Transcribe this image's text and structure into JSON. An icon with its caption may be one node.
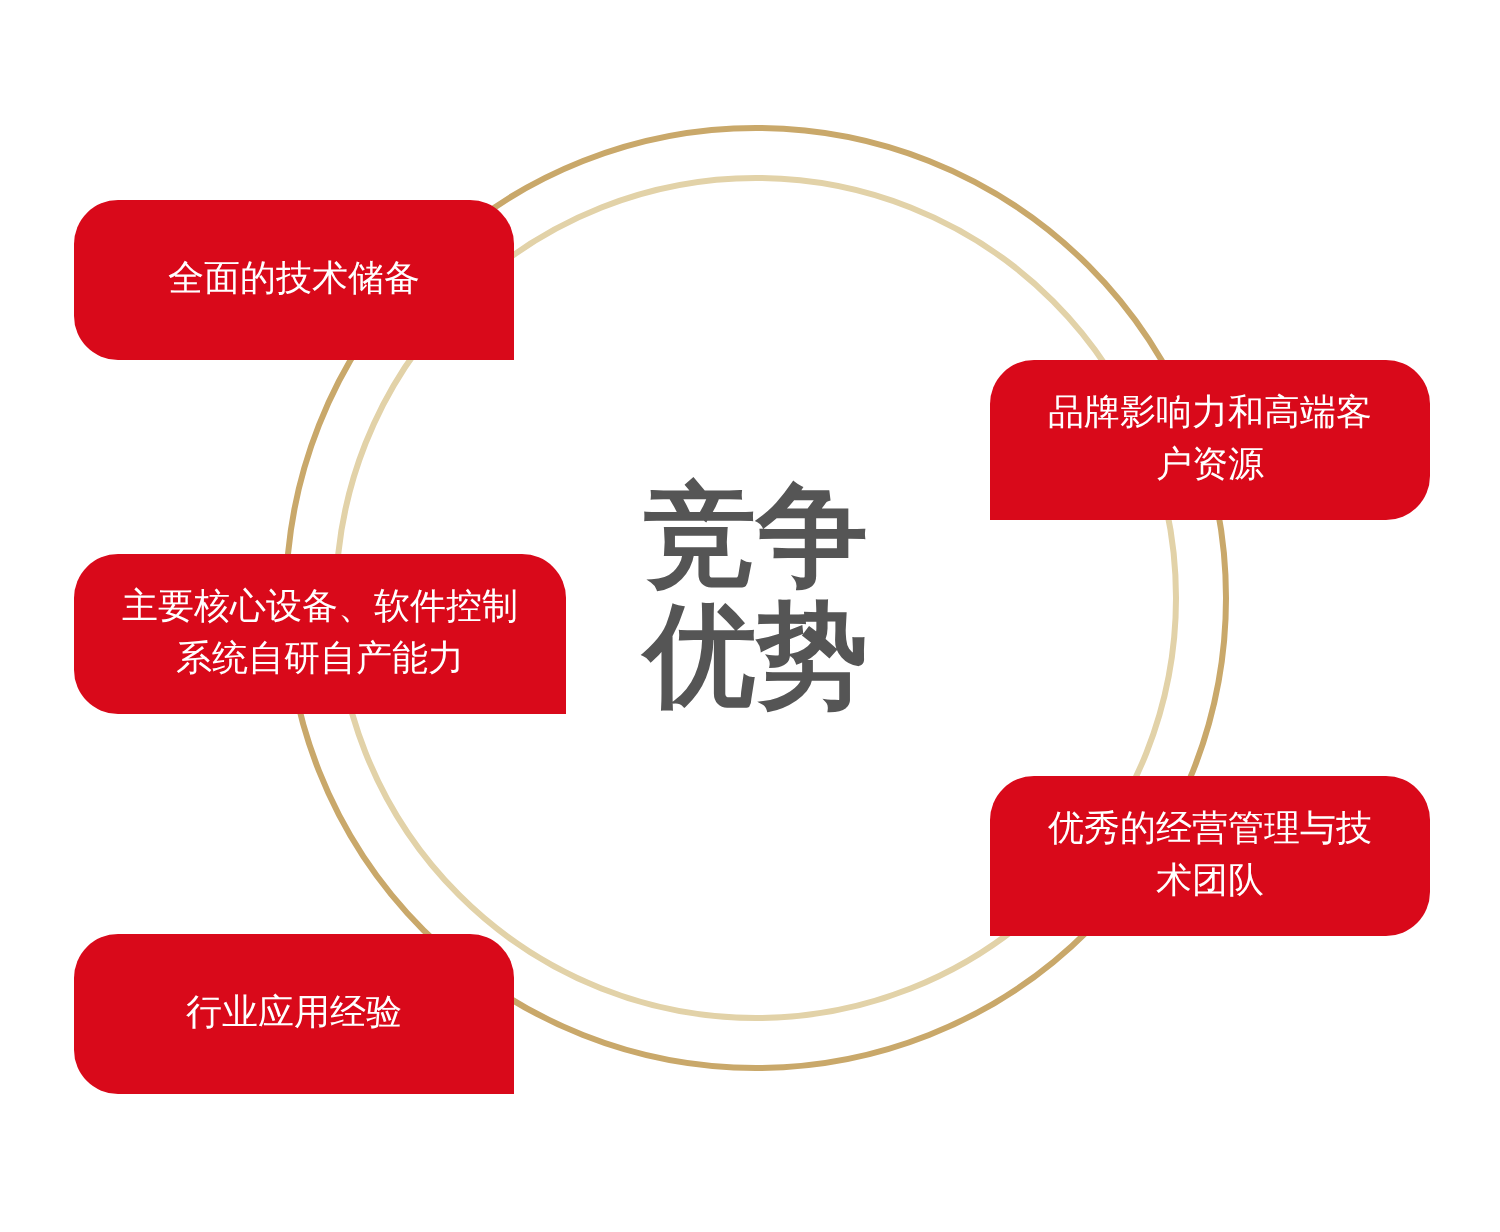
{
  "diagram": {
    "nodes": [
      {
        "text": [
          "竞争优势"
        ]
      },
      {
        "text": [
          "全面的技术储备"
        ]
      },
      {
        "text": [
          "品牌影响力和高端客户资源"
        ]
      },
      {
        "text": [
          "主要核心设备、软件控制系统自研自产能力"
        ]
      },
      {
        "text": [
          "优秀的经营管理与技术团队"
        ]
      },
      {
        "text": [
          "行业应用经验"
        ]
      }
    ]
  }
}
